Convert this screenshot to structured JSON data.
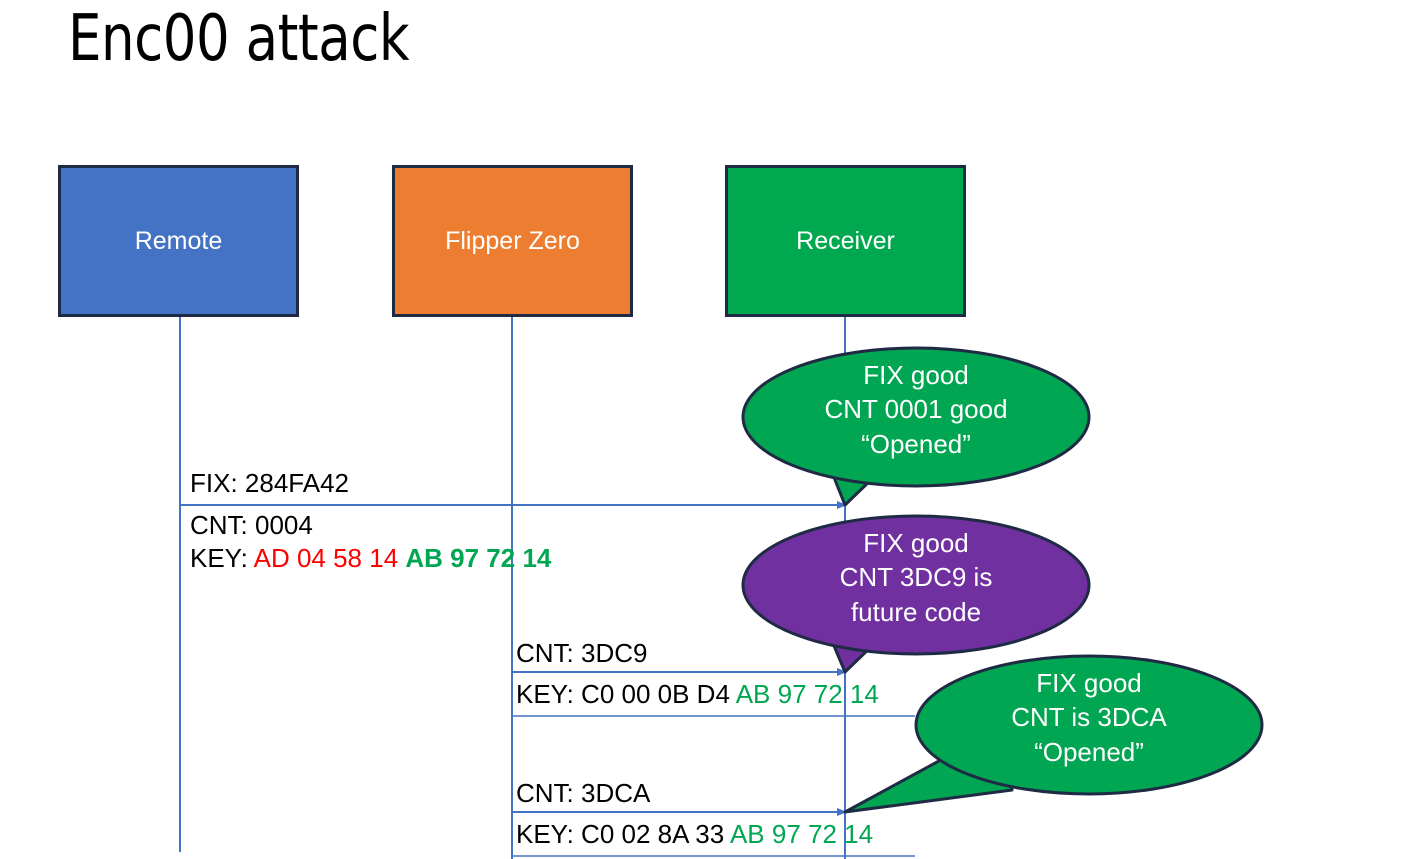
{
  "slide": {
    "title": "Enc00 attack",
    "background": "#FFFFFF"
  },
  "colors": {
    "remote_fill": "#4472C4",
    "flipper_fill": "#ED7D31",
    "receiver_fill": "#00A94F",
    "box_border": "#1F2A44",
    "lifeline": "#4472C4",
    "bubble_green": "#00A651",
    "bubble_purple": "#7030A0",
    "bubble_border": "#1F2A44",
    "hex_red": "#FF0000",
    "hex_green": "#00A651",
    "text_black": "#000000"
  },
  "actors": [
    {
      "id": "remote",
      "label": "Remote",
      "fill": "#4472C4"
    },
    {
      "id": "flipper",
      "label": "Flipper Zero",
      "fill": "#ED7D31"
    },
    {
      "id": "receiver",
      "label": "Receiver",
      "fill": "#00A94F"
    }
  ],
  "messages": [
    {
      "id": "msg1",
      "from": "remote",
      "to": "receiver",
      "label_above": "FIX: 284FA42",
      "lines": [
        {
          "parts": [
            {
              "text": "CNT: 0004",
              "color": "black",
              "bold": false
            }
          ]
        },
        {
          "parts": [
            {
              "text": "KEY: ",
              "color": "black",
              "bold": false
            },
            {
              "text": "AD 04 58 14 ",
              "color": "red",
              "bold": false
            },
            {
              "text": "AB 97 72 14",
              "color": "green",
              "bold": true
            }
          ]
        }
      ]
    },
    {
      "id": "msg2",
      "from": "flipper",
      "to": "receiver",
      "label_above": "CNT: 3DC9",
      "lines": [
        {
          "parts": [
            {
              "text": "KEY: C0 00 0B D4 ",
              "color": "black",
              "bold": false
            },
            {
              "text": "AB 97 72 14",
              "color": "green",
              "bold": false
            }
          ]
        }
      ]
    },
    {
      "id": "msg3",
      "from": "flipper",
      "to": "receiver",
      "label_above": "CNT: 3DCA",
      "lines": [
        {
          "parts": [
            {
              "text": "KEY: C0 02 8A 33 ",
              "color": "black",
              "bold": false
            },
            {
              "text": "AB 97 72 14",
              "color": "green",
              "bold": false
            }
          ]
        }
      ]
    }
  ],
  "callouts": [
    {
      "id": "callout1",
      "fill": "#00A651",
      "line1": "FIX good",
      "line2": "CNT 0001 good",
      "line3": "“Opened”"
    },
    {
      "id": "callout2",
      "fill": "#7030A0",
      "line1": "FIX good",
      "line2": "CNT 3DC9 is",
      "line3": "future code"
    },
    {
      "id": "callout3",
      "fill": "#00A651",
      "line1": "FIX good",
      "line2": "CNT is 3DCA",
      "line3": "“Opened”"
    }
  ]
}
